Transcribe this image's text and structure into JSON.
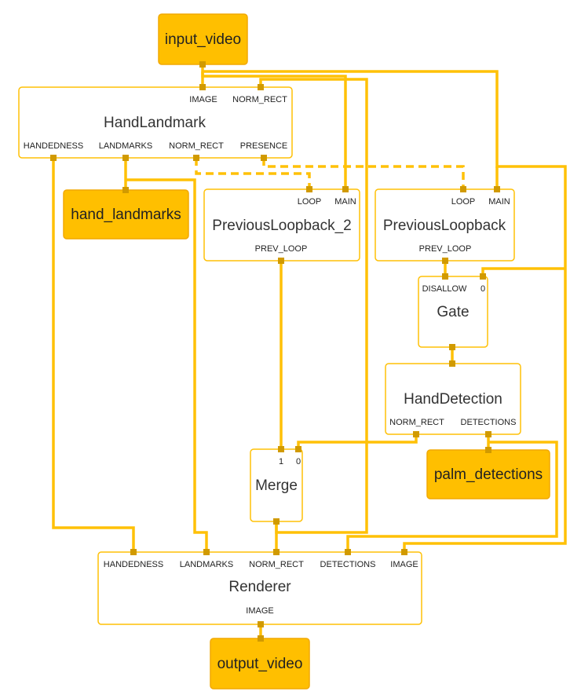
{
  "streams": {
    "input_video": "input_video",
    "hand_landmarks": "hand_landmarks",
    "palm_detections": "palm_detections",
    "output_video": "output_video"
  },
  "nodes": {
    "hand_landmark": {
      "title": "HandLandmark",
      "inputs": [
        "IMAGE",
        "NORM_RECT"
      ],
      "outputs": [
        "HANDEDNESS",
        "LANDMARKS",
        "NORM_RECT",
        "PRESENCE"
      ]
    },
    "previous_loopback_2": {
      "title": "PreviousLoopback_2",
      "inputs": [
        "LOOP",
        "MAIN"
      ],
      "outputs": [
        "PREV_LOOP"
      ]
    },
    "previous_loopback": {
      "title": "PreviousLoopback",
      "inputs": [
        "LOOP",
        "MAIN"
      ],
      "outputs": [
        "PREV_LOOP"
      ]
    },
    "gate": {
      "title": "Gate",
      "inputs": [
        "DISALLOW",
        "0"
      ]
    },
    "hand_detection": {
      "title": "HandDetection",
      "outputs": [
        "NORM_RECT",
        "DETECTIONS"
      ]
    },
    "merge": {
      "title": "Merge",
      "inputs": [
        "1",
        "0"
      ]
    },
    "renderer": {
      "title": "Renderer",
      "inputs": [
        "HANDEDNESS",
        "LANDMARKS",
        "NORM_RECT",
        "DETECTIONS",
        "IMAGE"
      ],
      "outputs": [
        "IMAGE"
      ]
    }
  },
  "colors": {
    "edge": "#ffc107",
    "port": "#d19a00",
    "stream_fill": "#ffbf00",
    "node_border": "#ffc107"
  }
}
